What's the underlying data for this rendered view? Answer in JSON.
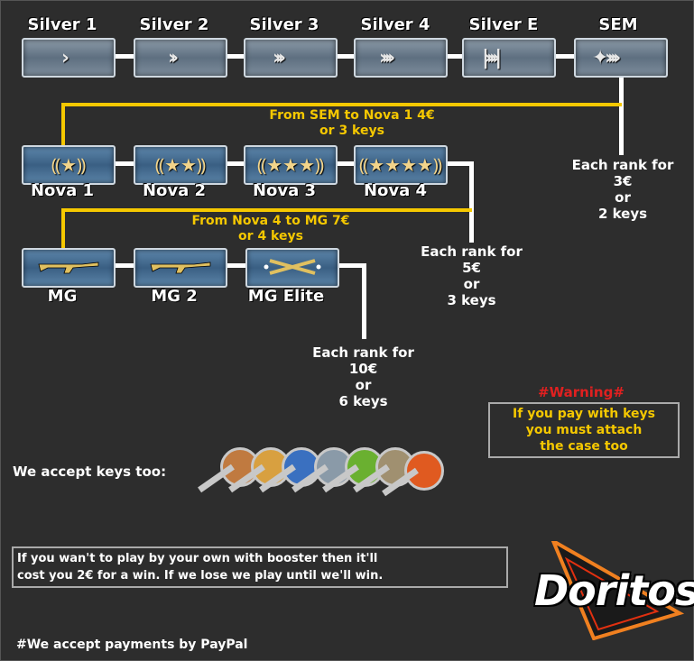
{
  "silver_ranks": [
    "Silver 1",
    "Silver 2",
    "Silver 3",
    "Silver 4",
    "Silver E",
    "SEM"
  ],
  "nova_ranks": [
    "Nova 1",
    "Nova 2",
    "Nova 3",
    "Nova 4"
  ],
  "mg_ranks": [
    "MG",
    "MG 2",
    "MG Elite"
  ],
  "promo_sem_nova": [
    "From SEM to Nova 1 4€",
    "or 3 keys"
  ],
  "promo_nova_mg": [
    "From Nova 4 to MG 7€",
    "or 4 keys"
  ],
  "price_silver": [
    "Each rank for",
    "3€",
    "or",
    "2 keys"
  ],
  "price_nova": [
    "Each rank for",
    "5€",
    "or",
    "3 keys"
  ],
  "price_mg": [
    "Each rank for",
    "10€",
    "or",
    "6 keys"
  ],
  "warning": {
    "title": "#Warning#",
    "lines": [
      "If you pay with keys",
      "you must attach",
      "the case too"
    ]
  },
  "keys_label": "We accept keys too:",
  "booster": [
    "If you wan't to play by your own with booster then it'll",
    "cost you 2€ for a win. If we lose we play until we'll win."
  ],
  "paypal": "#We accept payments by PayPal",
  "logo_text": "Doritos",
  "colors": {
    "accent": "#f5c800",
    "warning": "#e02020",
    "background": "#2d2d2d"
  }
}
